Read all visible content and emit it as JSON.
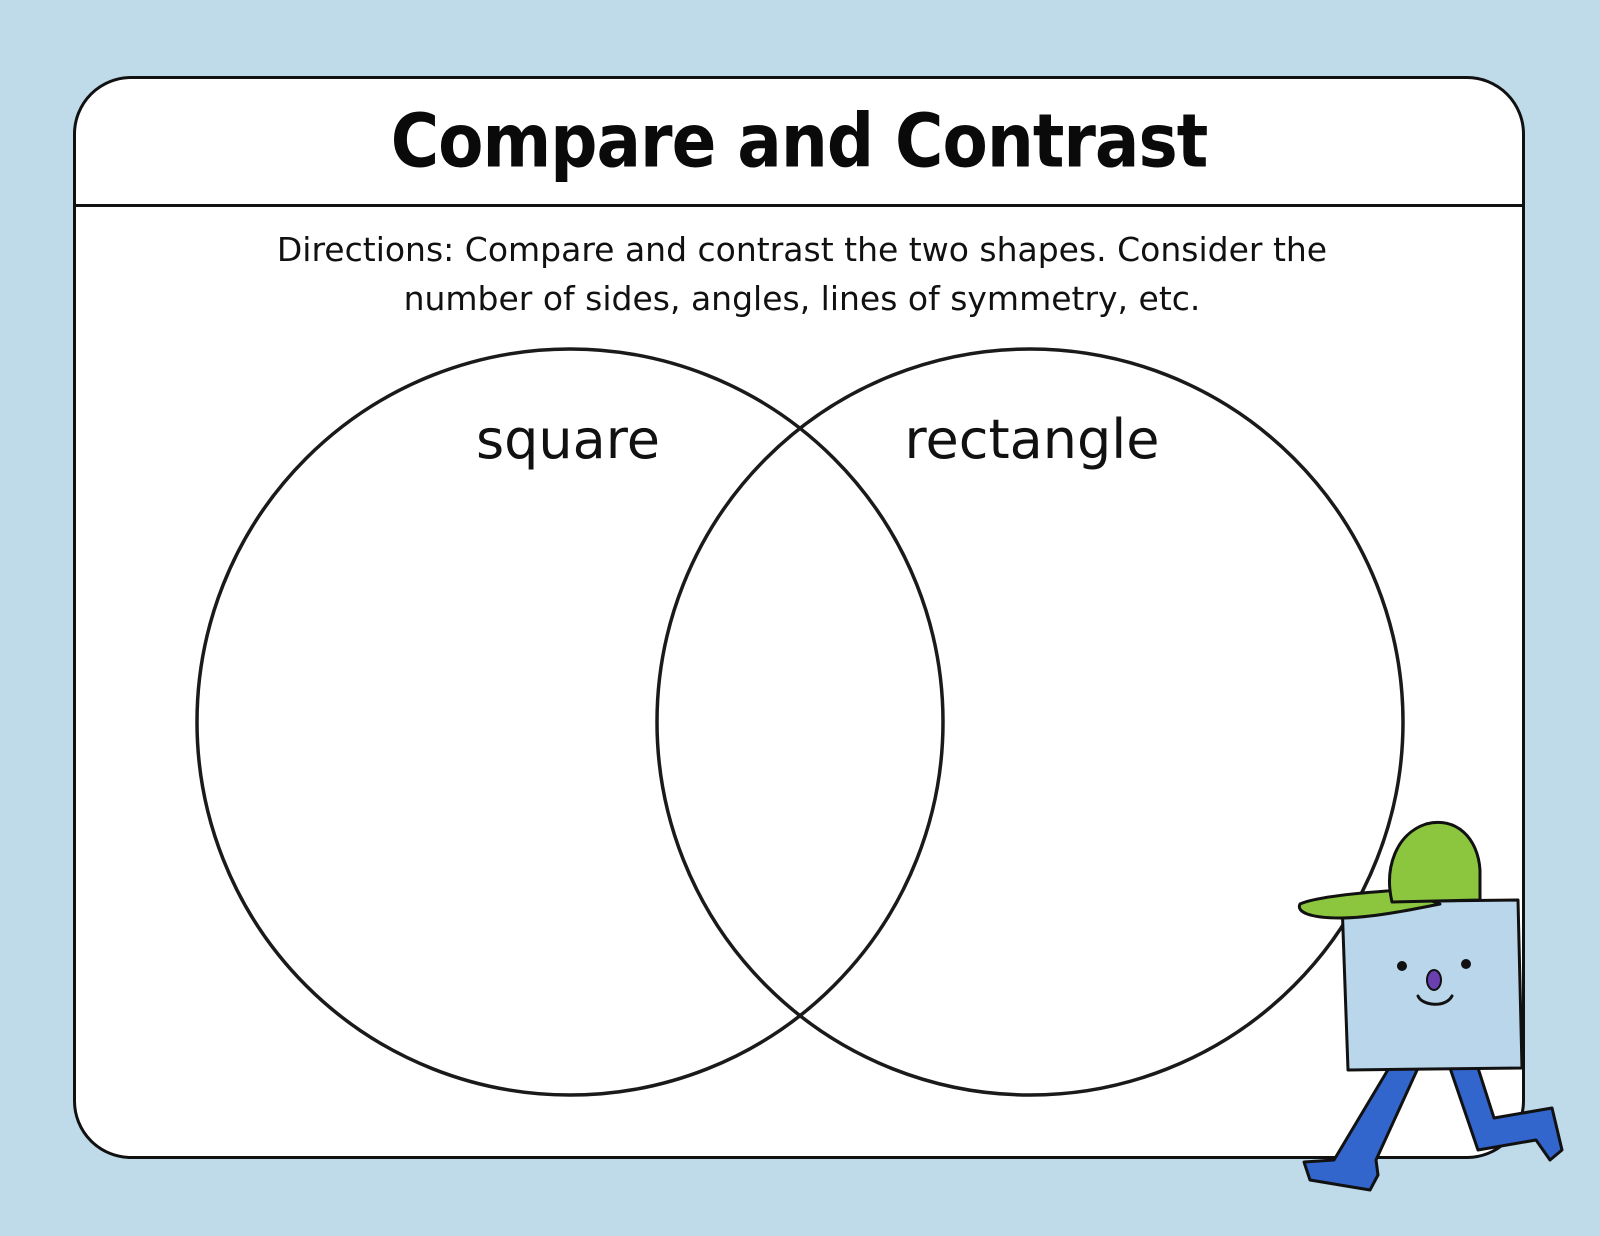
{
  "worksheet": {
    "title": "Compare and Contrast",
    "directions_line1": "Directions: Compare and contrast the two shapes. Consider the",
    "directions_line2": "number of sides, angles, lines of symmetry, etc."
  },
  "venn": {
    "left_label": "square",
    "right_label": "rectangle"
  },
  "mascot": {
    "icon": "square-character-icon",
    "colors": {
      "body": "#b9d6ea",
      "cap": "#8cc63f",
      "legs": "#3366cc",
      "nose": "#6a3fb0",
      "outline": "#111111"
    }
  },
  "colors": {
    "background": "#bfdbe9",
    "card": "#ffffff",
    "ink": "#111111"
  }
}
